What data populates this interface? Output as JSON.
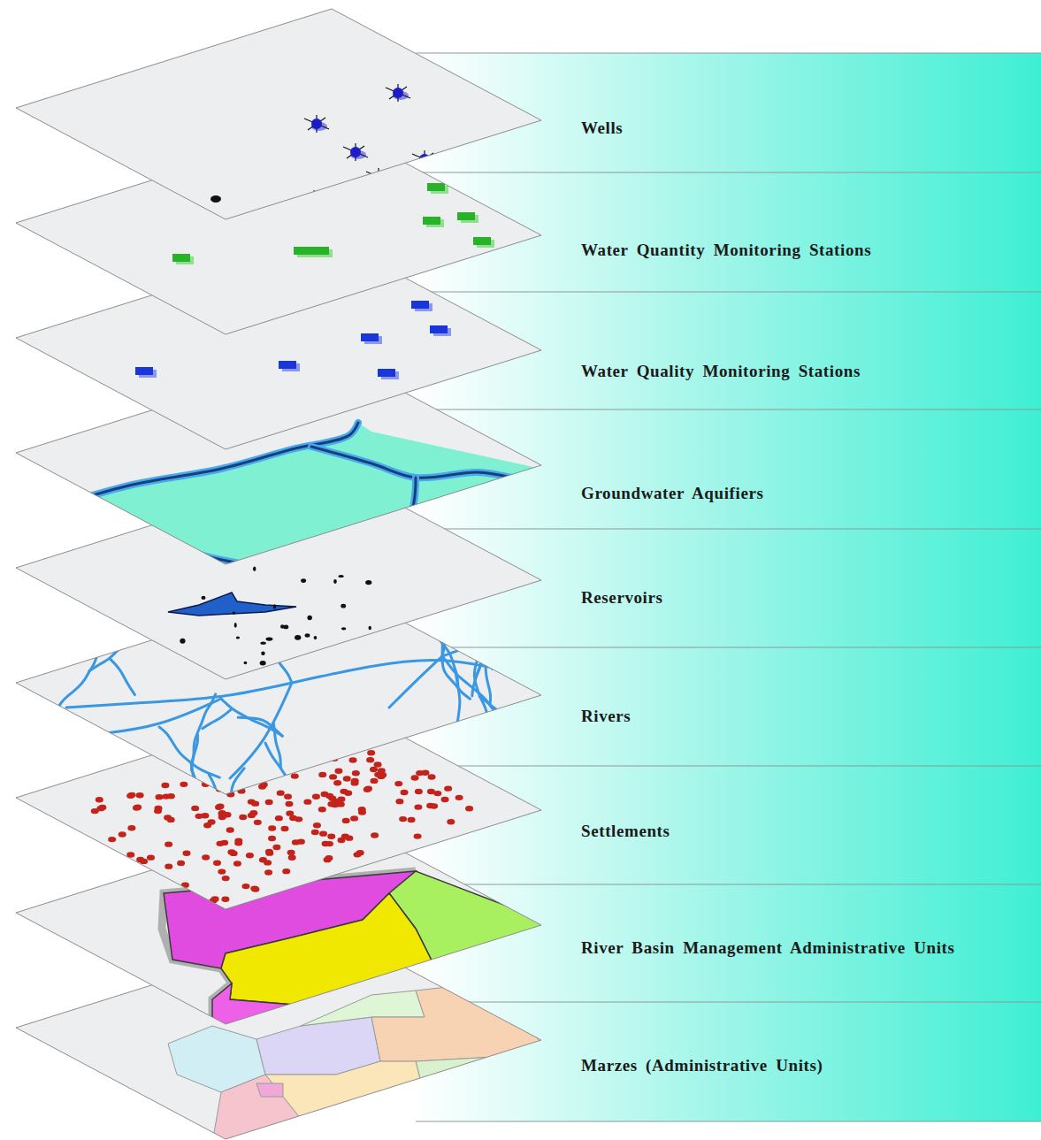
{
  "diagram": {
    "labels": [
      "Wells",
      "Water Quantity Monitoring Stations",
      "Water Quality Monitoring Stations",
      "Groundwater Aquifiers",
      "Reservoirs",
      "Rivers",
      "Settlements",
      "River Basin Management Administrative Units",
      "Marzes (Administrative Units)"
    ]
  }
}
